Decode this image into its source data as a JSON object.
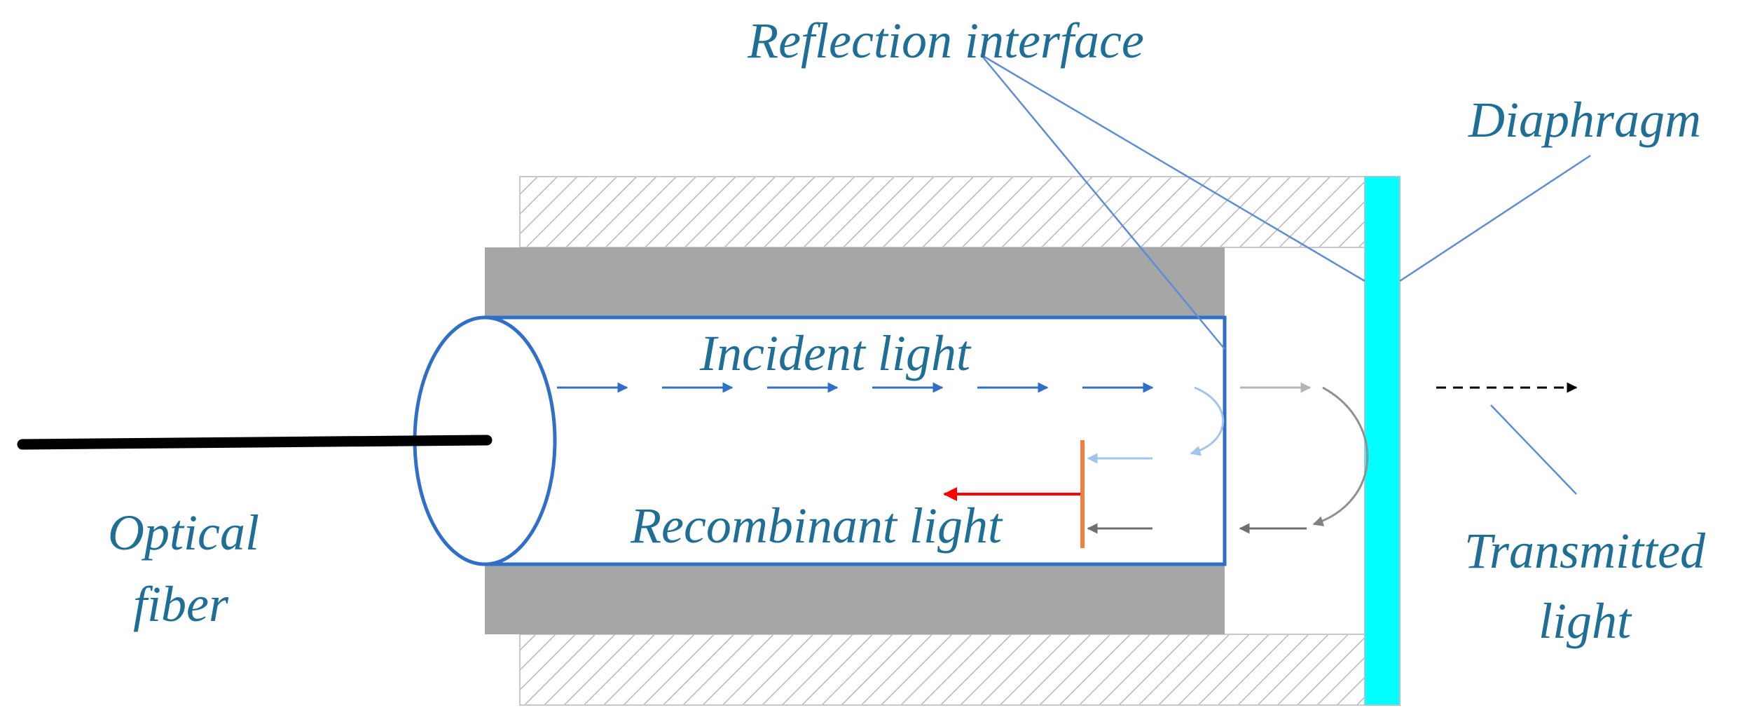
{
  "labels": {
    "reflection_interface": "Reflection interface",
    "diaphragm": "Diaphragm",
    "incident_light": "Incident light",
    "recombinant_light": "Recombinant light",
    "optical_fiber_line1": "Optical",
    "optical_fiber_line2": "fiber",
    "transmitted_light_line1": "Transmitted",
    "transmitted_light_line2": "light"
  },
  "colors": {
    "label_text": "#1f6e96",
    "fiber_outline": "#2f6fc8",
    "ferrule_fill": "#a6a6a6",
    "housing_hatch": "#b8b8b8",
    "diaphragm_fill": "#00ffff",
    "incident_arrow": "#2f6fc8",
    "recombinant_arrow": "#ff0000",
    "combiner_bar": "#f08040",
    "reflected_arrow": "#a0c4ec",
    "grey_arrow": "#808080",
    "transmitted_arrow": "#000000"
  }
}
